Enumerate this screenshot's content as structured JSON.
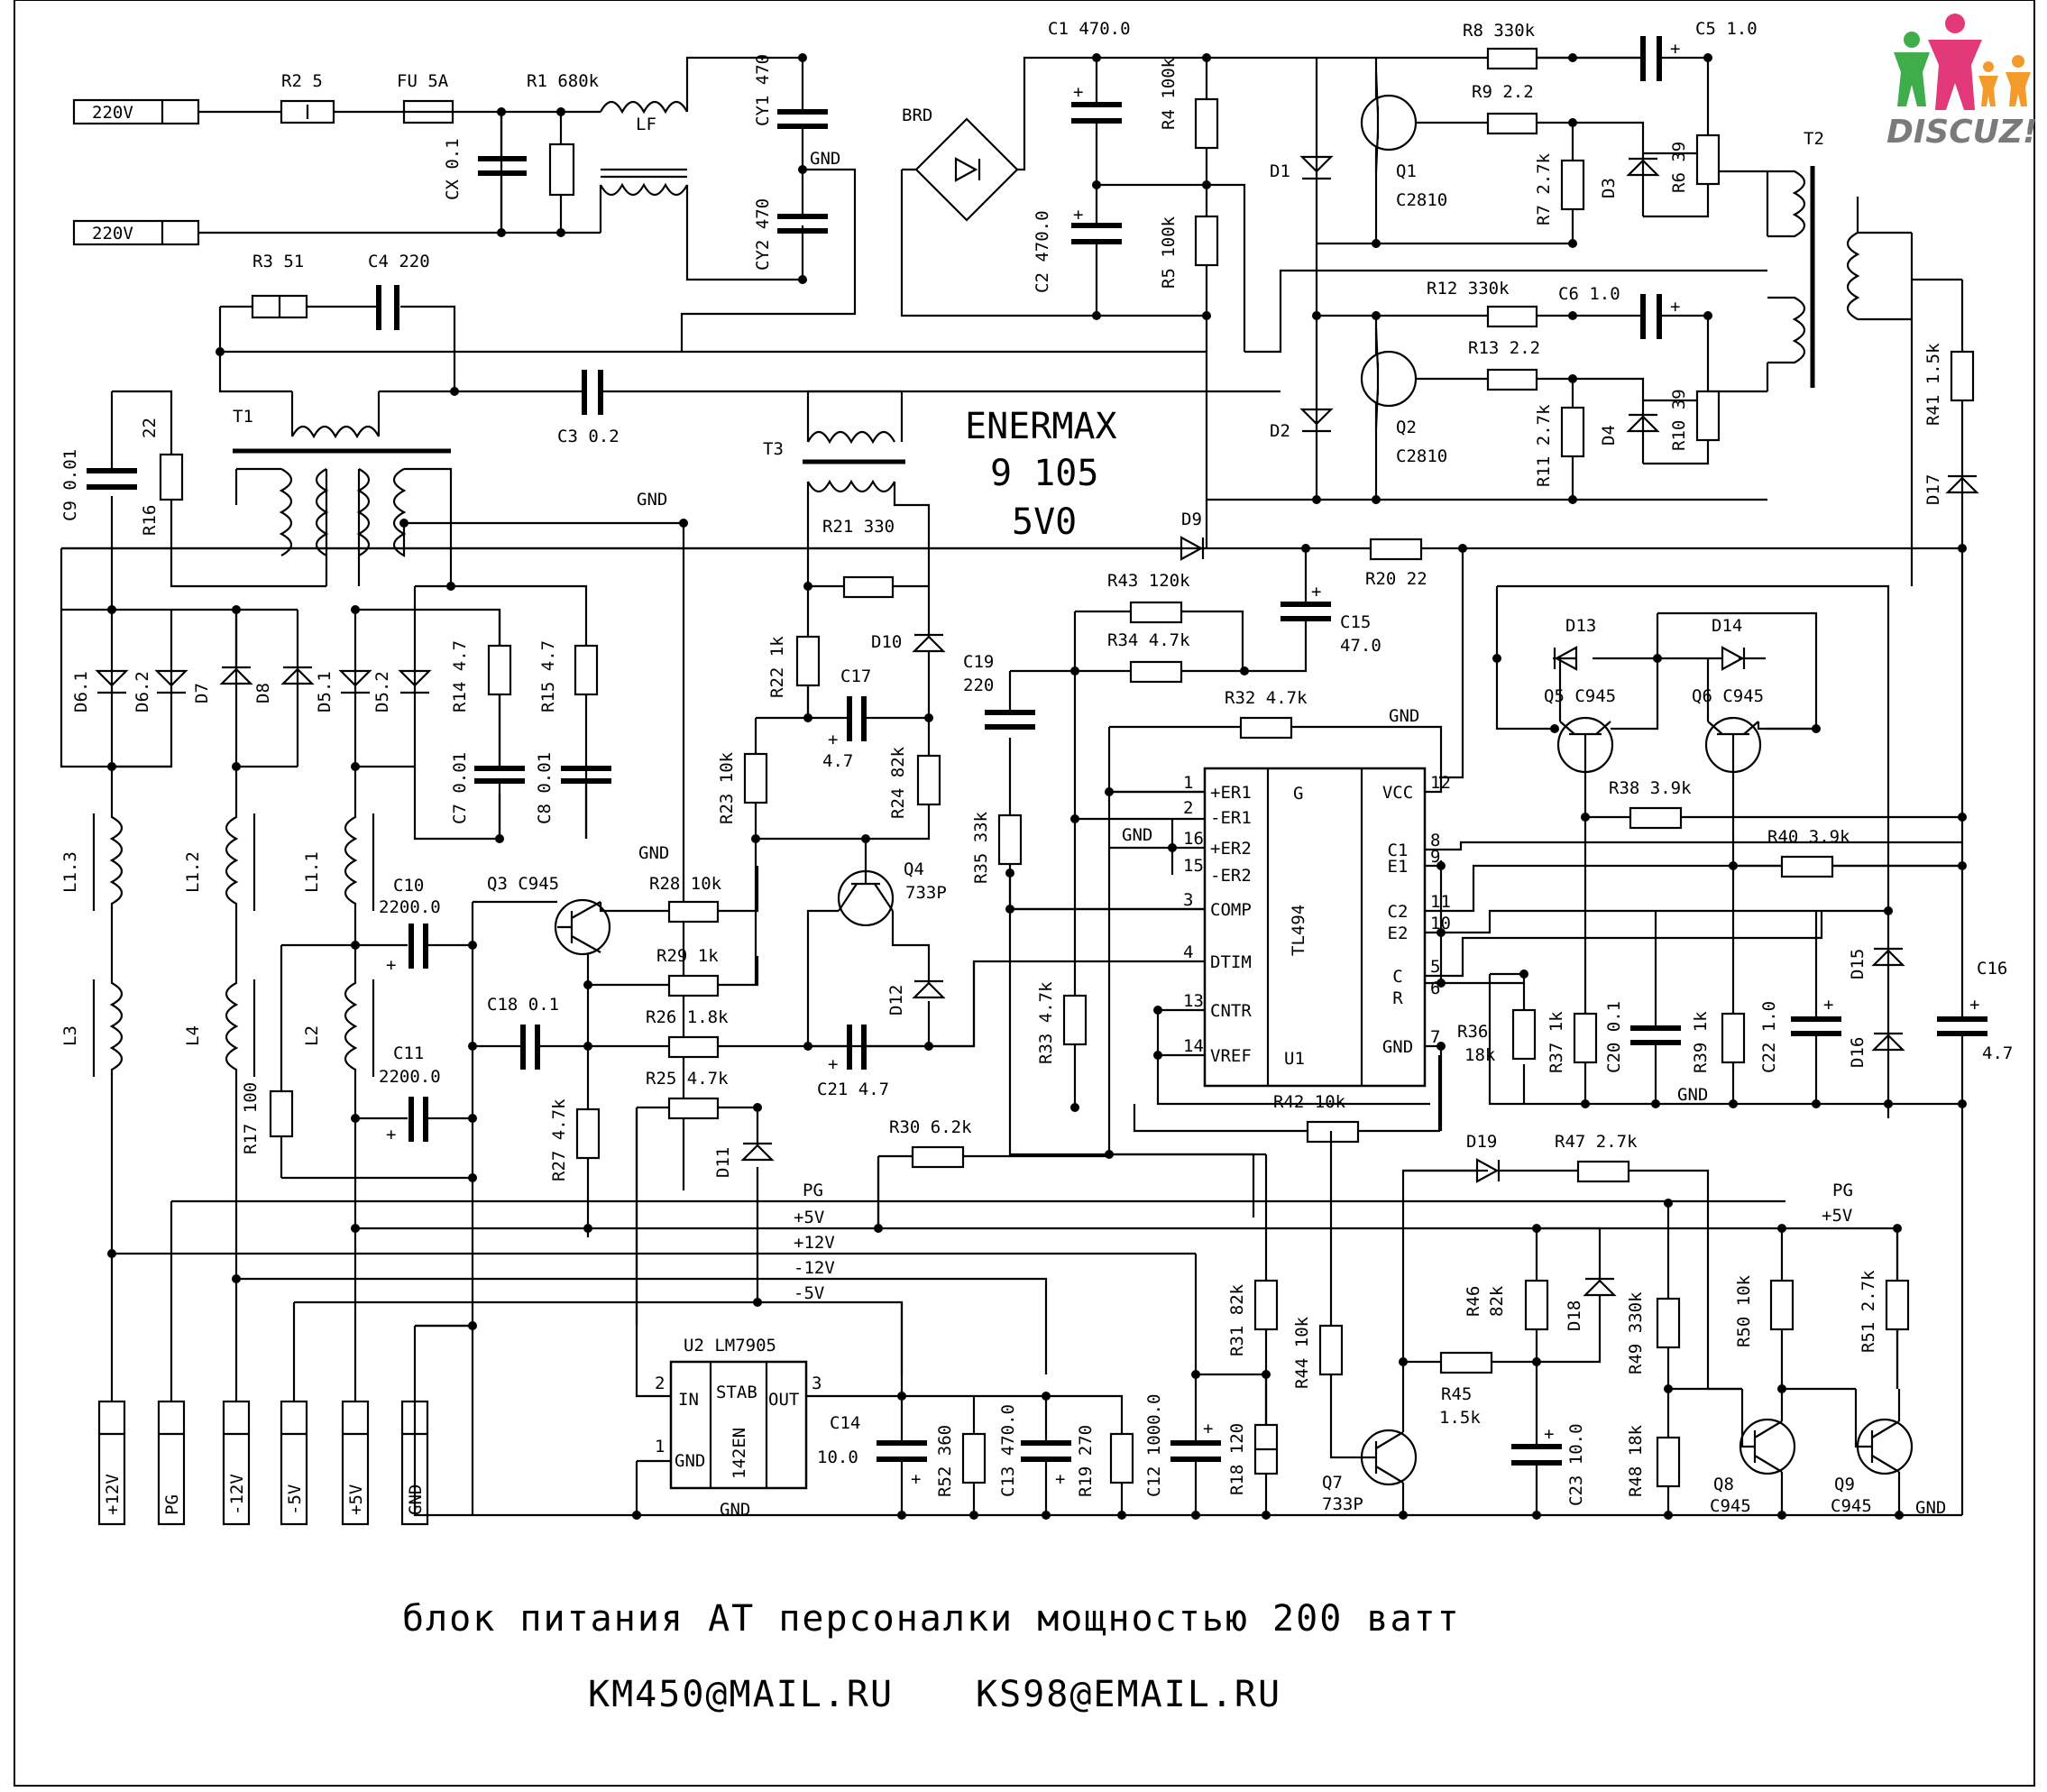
{
  "brand": {
    "line1": "ENERMAX",
    "line2": "9 105",
    "line3": "5V0"
  },
  "logo_text": "DISCUZ!",
  "footer": {
    "title": "блок питания AT персоналки мощностью 200 ватт",
    "email1": "KM450@MAIL.RU",
    "email2": "KS98@EMAIL.RU"
  },
  "inputs": {
    "ac1": "220V",
    "ac2": "220V"
  },
  "outputs": [
    "+12V",
    "PG",
    "-12V",
    "-5V",
    "+5V",
    "GND"
  ],
  "rail_labels": {
    "pg": "PG",
    "p5": "+5V",
    "p12": "+12V",
    "m12": "-12V",
    "m5": "-5V",
    "pg_r": "PG",
    "p5_r": "+5V"
  },
  "gnd_labels": [
    "GND",
    "GND",
    "GND",
    "GND",
    "GND",
    "GND",
    "GND",
    "GND"
  ],
  "ic_tl494": {
    "name": "TL494",
    "ref": "U1",
    "pins_left": [
      {
        "n": "1",
        "name": "+ER1"
      },
      {
        "n": "2",
        "name": "-ER1"
      },
      {
        "n": "16",
        "name": "+ER2"
      },
      {
        "n": "15",
        "name": "-ER2"
      },
      {
        "n": "3",
        "name": "COMP"
      },
      {
        "n": "4",
        "name": "DTIM"
      },
      {
        "n": "13",
        "name": "CNTR"
      },
      {
        "n": "14",
        "name": "VREF"
      }
    ],
    "pins_right": [
      {
        "n": "12",
        "name": "VCC"
      },
      {
        "n": "8",
        "name": "C1"
      },
      {
        "n": "9",
        "name": "E1"
      },
      {
        "n": "11",
        "name": "C2"
      },
      {
        "n": "10",
        "name": "E2"
      },
      {
        "n": "5",
        "name": "C"
      },
      {
        "n": "6",
        "name": "R"
      },
      {
        "n": "7",
        "name": "GND"
      }
    ],
    "g_label": "G"
  },
  "ic_u2": {
    "name": "U2 LM7905",
    "in": "IN",
    "stab": "STAB",
    "out": "OUT",
    "gnd": "GND",
    "code": "142EN",
    "pin2": "2",
    "pin1": "1",
    "pin3": "3",
    "gnd_below": "GND"
  },
  "components": {
    "R2": "R2 5",
    "FU": "FU 5A",
    "R1": "R1 680k",
    "CX": "CX 0.1",
    "LF": "LF",
    "CY1": "CY1 470",
    "CY2": "CY2 470",
    "BRD": "BRD",
    "C1": "C1 470.0",
    "C2": "C2 470.0",
    "R4": "R4 100k",
    "R5": "R5 100k",
    "R3": "R3 51",
    "C4": "C4 220",
    "C3": "C3 0.2",
    "T1": "T1",
    "T2": "T2",
    "T3": "T3",
    "C9": "C9 0.01",
    "R16": "R16",
    "Z2": "22",
    "R8": "R8 330k",
    "C5": "C5 1.0",
    "R9": "R9 2.2",
    "Q1": "Q1",
    "Q1t": "C2810",
    "D1": "D1",
    "R7": "R7 2.7k",
    "D3": "D3",
    "R6": "R6 39",
    "R12": "R12 330k",
    "C6": "C6 1.0",
    "R13": "R13 2.2",
    "Q2": "Q2",
    "Q2t": "C2810",
    "D2": "D2",
    "R11": "R11 2.7k",
    "D4": "D4",
    "R10": "R10 39",
    "R41": "R41 1.5k",
    "D17": "D17",
    "D61": "D6.1",
    "D62": "D6.2",
    "D7": "D7",
    "D8": "D8",
    "D51": "D5.1",
    "D52": "D5.2",
    "R14": "R14 4.7",
    "R15": "R15 4.7",
    "C7": "C7 0.01",
    "C8": "C8 0.01",
    "L13": "L1.3",
    "L12": "L1.2",
    "L11": "L1.1",
    "L3": "L3",
    "L4": "L4",
    "L2": "L2",
    "C10": "C10",
    "C10v": "2200.0",
    "C11": "C11",
    "C11v": "2200.0",
    "R17": "R17 100",
    "Q3": "Q3 C945",
    "R28": "R28 10k",
    "R29": "R29 1k",
    "R26": "R26 1.8k",
    "R25": "R25 4.7k",
    "C18": "C18 0.1",
    "R27": "R27 4.7k",
    "D11": "D11",
    "R21": "R21 330",
    "R22": "R22 1k",
    "D10": "D10",
    "C17": "C17",
    "C17v": "4.7",
    "R23": "R23 10k",
    "R24": "R24 82k",
    "Q4": "Q4",
    "Q4t": "733P",
    "D12": "D12",
    "C21": "C21 4.7",
    "C19": "C19",
    "C19v": "220",
    "R35": "R35 33k",
    "R33": "R33 4.7k",
    "R30": "R30 6.2k",
    "D9": "D9",
    "R20": "R20 22",
    "R43": "R43 120k",
    "R34": "R34 4.7k",
    "C15": "C15",
    "C15v": "47.0",
    "R32": "R32 4.7k",
    "R42": "R42 10k",
    "D13": "D13",
    "D14": "D14",
    "Q5": "Q5 C945",
    "Q6": "Q6 C945",
    "R38": "R38 3.9k",
    "R40": "R40 3.9k",
    "R36": "R36",
    "R36v": "18k",
    "R37": "R37 1k",
    "C20": "C20 0.1",
    "R39": "R39 1k",
    "C22": "C22 1.0",
    "D15": "D15",
    "D16": "D16",
    "C16": "C16",
    "C16v": "4.7",
    "D19": "D19",
    "R47": "R47 2.7k",
    "R46": "R46",
    "R46v": "82k",
    "D18": "D18",
    "R45": "R45",
    "R45v": "1.5k",
    "C23": "C23 10.0",
    "R49": "R49 330k",
    "R48": "R48 18k",
    "R50": "R50 10k",
    "R51": "R51 2.7k",
    "Q8": "Q8",
    "Q8t": "C945",
    "Q9": "Q9",
    "Q9t": "C945",
    "Q7": "Q7",
    "Q7t": "733P",
    "R31": "R31 82k",
    "R44": "R44 10k",
    "R18": "R18 120",
    "C12": "C12 1000.0",
    "R19": "R19 270",
    "C13": "C13 470.0",
    "R52": "R52 360",
    "C14": "C14",
    "C14v": "10.0"
  }
}
